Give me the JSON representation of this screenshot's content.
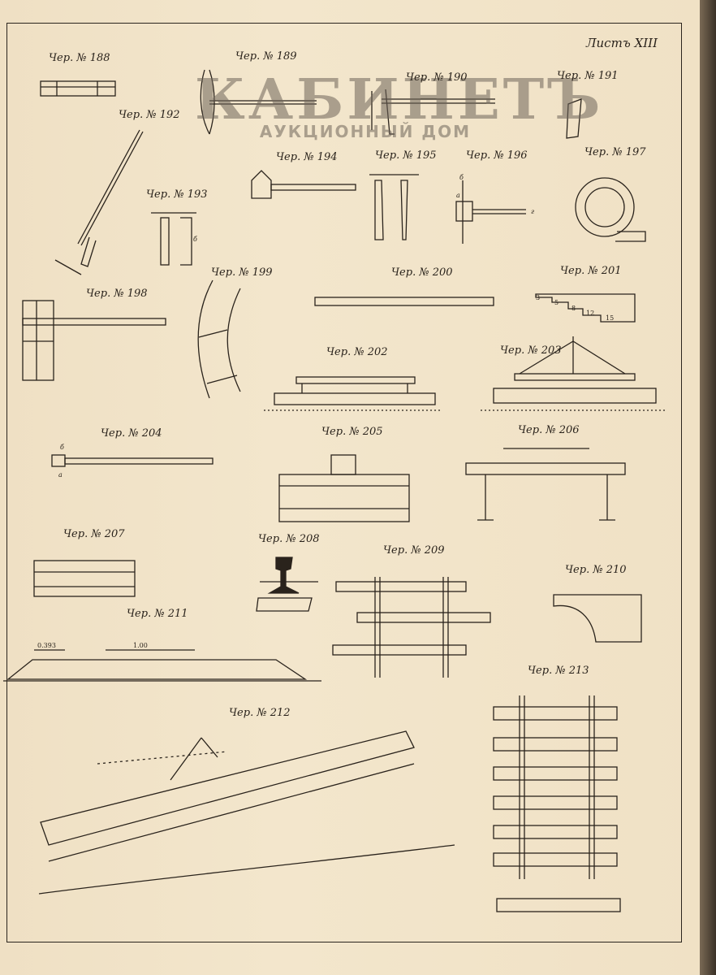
{
  "watermark": {
    "title": "КАБИНЕТЪ",
    "subtitle": "АУКЦИОННЫЙ ДОМ"
  },
  "sheet_label": "Листъ XIII",
  "labels": {
    "f188": "Чер. № 188",
    "f189": "Чер. № 189",
    "f190": "Чер. № 190",
    "f191": "Чер. № 191",
    "f192": "Чер. № 192",
    "f193": "Чер. № 193",
    "f194": "Чер. № 194",
    "f195": "Чер. № 195",
    "f196": "Чер. № 196",
    "f197": "Чер. № 197",
    "f198": "Чер. № 198",
    "f199": "Чер. № 199",
    "f200": "Чер. № 200",
    "f201": "Чер. № 201",
    "f202": "Чер. № 202",
    "f203": "Чер. № 203",
    "f204": "Чер. № 204",
    "f205": "Чер. № 205",
    "f206": "Чер. № 206",
    "f207": "Чер. № 207",
    "f208": "Чер. № 208",
    "f209": "Чер. № 209",
    "f210": "Чер. № 210",
    "f211": "Чер. № 211",
    "f212": "Чер. № 212",
    "f213": "Чер. № 213"
  },
  "annotations": {
    "f201_steps": [
      "3",
      "5",
      "8",
      "12",
      "15"
    ],
    "f211_dim_a": "0.393",
    "f211_dim_b": "1.00",
    "f196_a": "a",
    "f196_b": "б",
    "f196_c": "г",
    "f204_a": "a",
    "f204_b": "б",
    "f193_b": "б"
  }
}
